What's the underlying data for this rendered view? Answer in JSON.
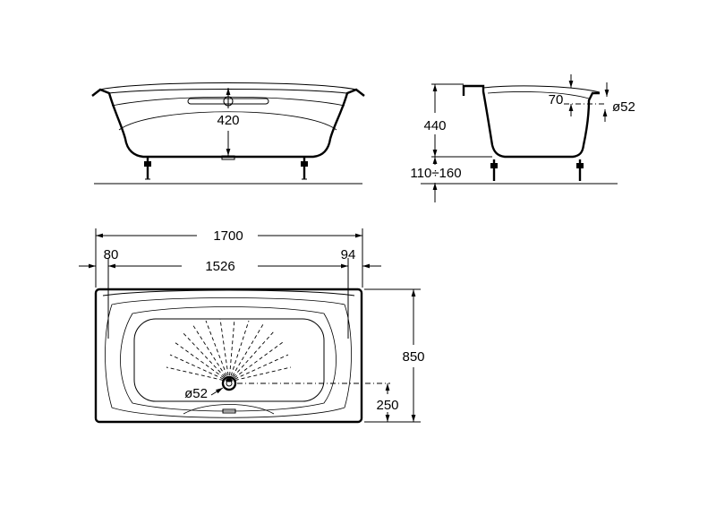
{
  "front_view": {
    "depth_label": "420"
  },
  "side_view": {
    "height_label": "440",
    "rim_label": "70",
    "overflow_label": "ø52",
    "feet_label": "110÷160"
  },
  "top_view": {
    "length_label": "1700",
    "inner_length_label": "1526",
    "left_margin_label": "80",
    "right_margin_label": "94",
    "width_label": "850",
    "drain_offset_label": "250",
    "drain_label": "ø52"
  }
}
